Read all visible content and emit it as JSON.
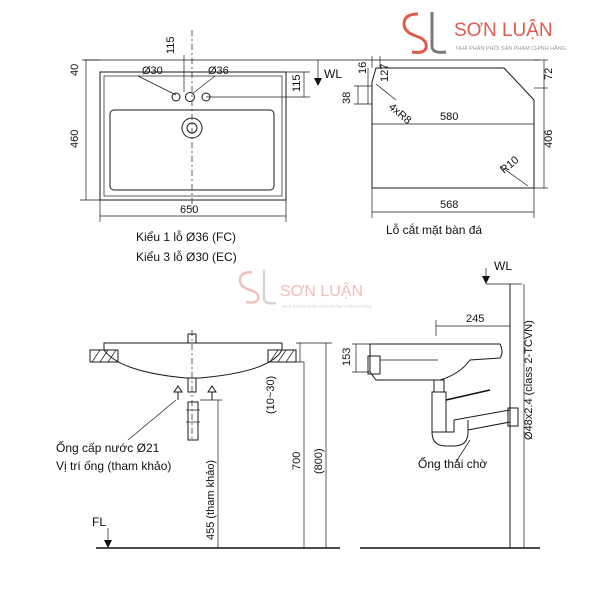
{
  "brand": {
    "logo_mark": "SL",
    "name": "SƠN LUẬN",
    "tagline": "NHÀ PHÂN PHỐI SẢN PHẨM CHÍNH HÃNG",
    "accent_color": "#e05a4e",
    "watermark_color": "#f0b8b2"
  },
  "top_view": {
    "dim_top_40": "40",
    "dim_115_a": "115",
    "dim_115_b": "115",
    "dim_460": "460",
    "dim_650": "650",
    "hole_30": "Ø30",
    "hole_36": "Ø36",
    "wl": "WL",
    "caption_1": "Kiểu 1 lỗ Ø36 (FC)",
    "caption_2": "Kiểu 3 lỗ Ø30 (EC)"
  },
  "cutout_view": {
    "dim_16": "16",
    "dim_127": "127",
    "dim_38": "38",
    "dim_72": "72",
    "dim_r8": "4xR8",
    "dim_580": "580",
    "dim_406": "406",
    "dim_r10": "R10",
    "dim_568": "568",
    "caption": "Lỗ cắt mặt bàn đá"
  },
  "front_view": {
    "supply_label": "Ống cấp nước Ø21",
    "supply_sub": "Vị trí ống (tham khảo)",
    "dim_10_30": "(10~30)",
    "dim_700": "700",
    "dim_800": "(800)",
    "dim_455": "455 (tham khảo)",
    "fl": "FL"
  },
  "side_view": {
    "wl": "WL",
    "dim_245": "245",
    "dim_153": "153",
    "pipe_spec": "Ø48x2.4 (class 2-TCVN)",
    "drain_label": "Ống thải chờ"
  }
}
